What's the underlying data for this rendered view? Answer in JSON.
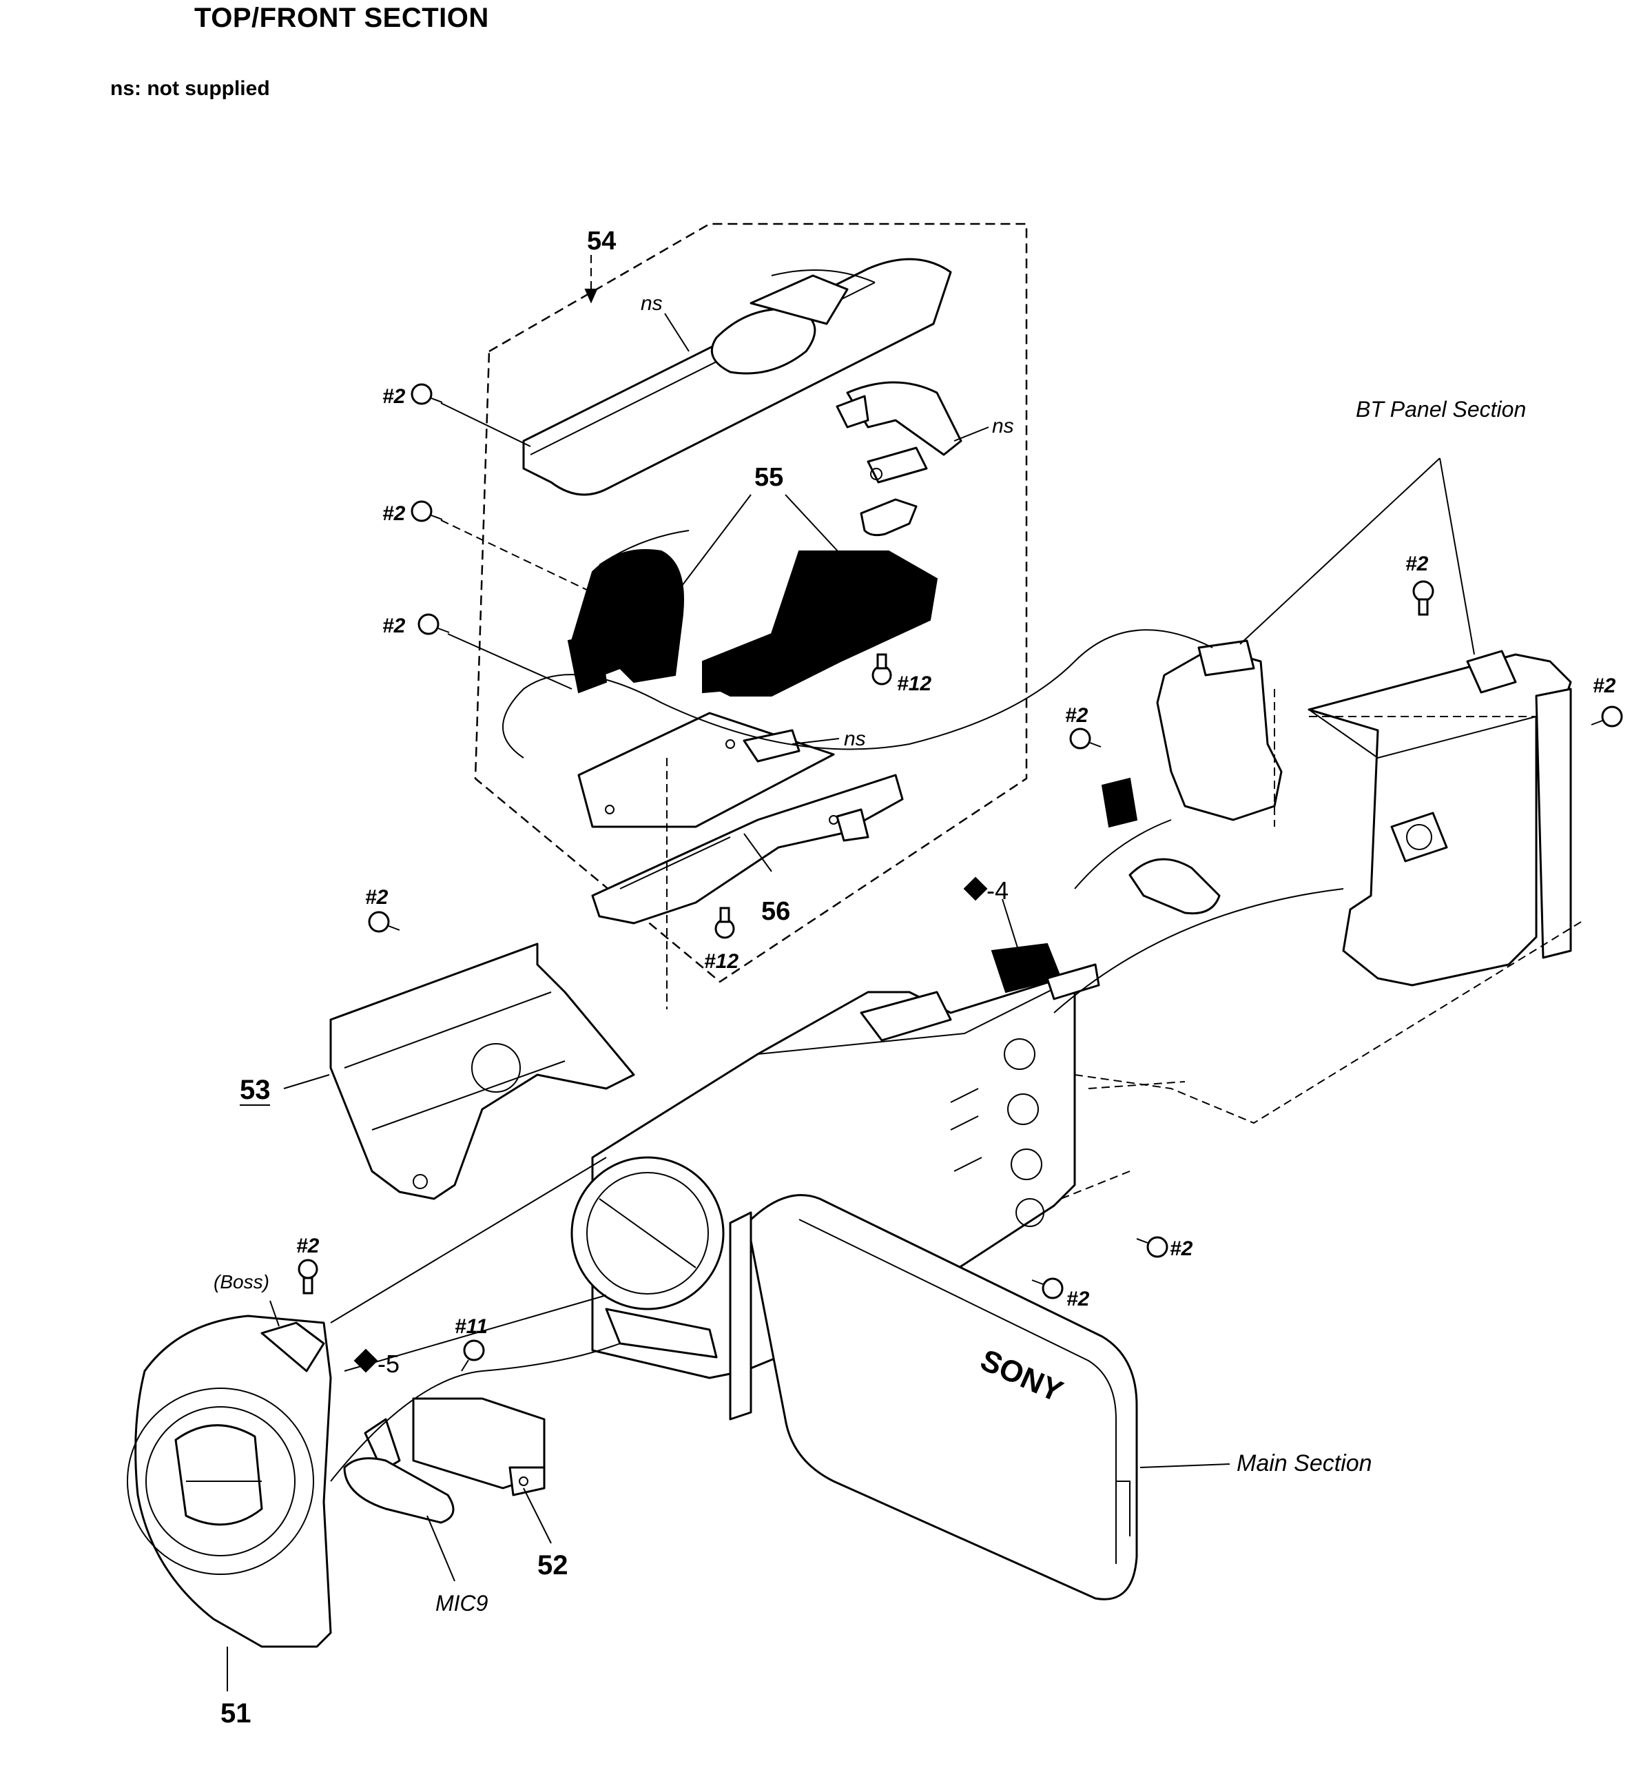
{
  "title": "TOP/FRONT SECTION",
  "note": "ns: not supplied",
  "labels": {
    "p51": "51",
    "p52": "52",
    "p53": "53",
    "p54": "54",
    "p55": "55",
    "p56": "56",
    "ns_top": "ns",
    "ns_bracket": "ns",
    "ns_plate": "ns",
    "s2_a": "#2",
    "s2_b": "#2",
    "s2_c": "#2",
    "s2_d": "#2",
    "s2_e": "#2",
    "s2_f": "#2",
    "s2_g": "#2",
    "s2_h": "#2",
    "s2_i": "#2",
    "s2_j": "#2",
    "s12_a": "#12",
    "s12_b": "#12",
    "s11": "#11",
    "diamond4": "-4",
    "diamond5": "-5",
    "boss": "(Boss)",
    "mic": "MIC9",
    "bt_panel": "BT Panel Section",
    "main_section": "Main Section",
    "sony": "SONY"
  }
}
